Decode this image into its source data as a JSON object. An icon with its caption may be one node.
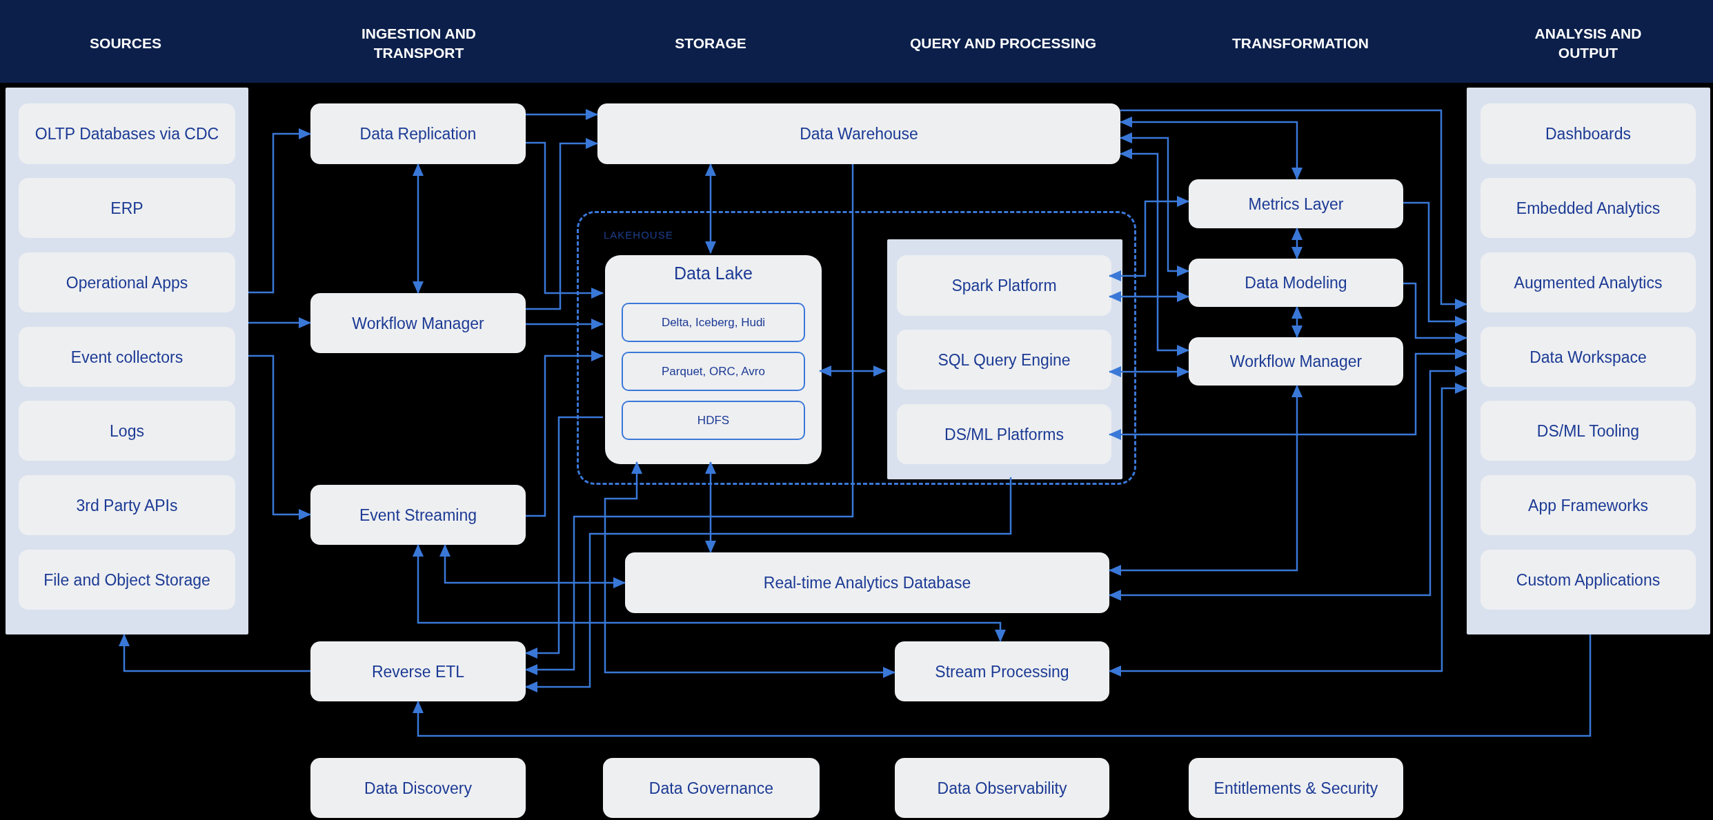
{
  "diagram": {
    "nodes": [
      {
        "text": [],
        "shape": "box"
      },
      {
        "text": [
          "OLTP Databases via CDC"
        ],
        "in": 0
      },
      {
        "text": [
          "ERP"
        ],
        "in": 0
      },
      {
        "text": [
          "Operational Apps"
        ],
        "in": 0
      },
      {
        "text": [
          "Event collectors"
        ],
        "in": 0
      },
      {
        "text": [
          "Logs"
        ],
        "in": 0
      },
      {
        "text": [
          "3rd Party APIs"
        ],
        "in": 0
      },
      {
        "text": [
          "File and Object Storage"
        ],
        "in": 0
      },
      {
        "text": [
          "Data Replication"
        ]
      },
      {
        "text": [
          "Workflow Manager"
        ]
      },
      {
        "text": [
          "Event Streaming"
        ]
      },
      {
        "text": [
          "Reverse ETL"
        ]
      },
      {
        "text": [
          "Data Warehouse"
        ]
      },
      {
        "text": [
          "LAKEHOUSE"
        ]
      },
      {
        "text": [
          "Data Lake"
        ],
        "in": 13
      },
      {
        "text": [
          "Delta, Iceberg, Hudi"
        ],
        "in": 14
      },
      {
        "text": [
          "Parquet, ORC, Avro"
        ],
        "in": 14
      },
      {
        "text": [
          "HDFS"
        ],
        "in": 14
      },
      {
        "text": [],
        "shape": "box",
        "in": 13
      },
      {
        "text": [
          "Spark Platform"
        ],
        "in": 18
      },
      {
        "text": [
          "SQL Query Engine"
        ],
        "in": 18
      },
      {
        "text": [
          "DS/ML Platforms"
        ],
        "in": 18
      },
      {
        "text": [
          "Real-time Analytics Database"
        ]
      },
      {
        "text": [
          "Stream Processing"
        ]
      },
      {
        "text": [
          "Metrics Layer"
        ]
      },
      {
        "text": [
          "Data Modeling"
        ]
      },
      {
        "text": [
          "Workflow Manager"
        ]
      },
      {
        "text": [],
        "shape": "box"
      },
      {
        "text": [
          "Dashboards"
        ],
        "in": 27
      },
      {
        "text": [
          "Embedded Analytics"
        ],
        "in": 27
      },
      {
        "text": [
          "Augmented Analytics"
        ],
        "in": 27
      },
      {
        "text": [
          "Data Workspace"
        ],
        "in": 27
      },
      {
        "text": [
          "DS/ML Tooling"
        ],
        "in": 27
      },
      {
        "text": [
          "App Frameworks"
        ],
        "in": 27
      },
      {
        "text": [
          "Custom Applications"
        ],
        "in": 27
      },
      {
        "text": [
          "Data Discovery"
        ]
      },
      {
        "text": [
          "Data Governance"
        ]
      },
      {
        "text": [
          "Data Observability"
        ]
      },
      {
        "text": [
          "Entitlements & Security"
        ]
      }
    ],
    "edges": [
      {
        "from": 0,
        "to": 8,
        "arrow": "to"
      },
      {
        "from": 0,
        "to": 9,
        "arrow": "to"
      },
      {
        "from": 0,
        "to": 10,
        "arrow": "to"
      },
      {
        "from": 8,
        "to": 12,
        "arrow": "to"
      },
      {
        "from": 8,
        "to": 14,
        "arrow": "to"
      },
      {
        "from": 9,
        "to": 12,
        "arrow": "to"
      },
      {
        "from": 9,
        "to": 14,
        "arrow": "to"
      },
      {
        "from": 10,
        "to": 14,
        "arrow": "to"
      },
      {
        "from": 8,
        "to": 9,
        "arrow": "both"
      },
      {
        "from": 12,
        "to": 14,
        "arrow": "both"
      },
      {
        "from": 14,
        "to": 18,
        "arrow": "both"
      },
      {
        "from": 14,
        "to": 22,
        "arrow": "both"
      },
      {
        "from": 14,
        "to": 11,
        "arrow": "to"
      },
      {
        "from": 12,
        "to": 11,
        "arrow": "to"
      },
      {
        "from": 18,
        "to": 11,
        "arrow": "to"
      },
      {
        "from": 14,
        "to": 23,
        "arrow": "both"
      },
      {
        "from": 10,
        "to": 22,
        "arrow": "both"
      },
      {
        "from": 10,
        "to": 23,
        "arrow": "both"
      },
      {
        "from": 11,
        "to": 0,
        "arrow": "to"
      },
      {
        "from": 27,
        "to": 11,
        "arrow": "to"
      },
      {
        "from": 12,
        "to": 27,
        "arrow": "to"
      },
      {
        "from": 12,
        "to": 24,
        "arrow": "both"
      },
      {
        "from": 12,
        "to": 25,
        "arrow": "both"
      },
      {
        "from": 12,
        "to": 26,
        "arrow": "both"
      },
      {
        "from": 19,
        "to": 24,
        "arrow": "both"
      },
      {
        "from": 19,
        "to": 25,
        "arrow": "both"
      },
      {
        "from": 20,
        "to": 26,
        "arrow": "both"
      },
      {
        "from": 21,
        "to": 27,
        "arrow": "both"
      },
      {
        "from": 24,
        "to": 25,
        "arrow": "both"
      },
      {
        "from": 25,
        "to": 26,
        "arrow": "both"
      },
      {
        "from": 24,
        "to": 27,
        "arrow": "to"
      },
      {
        "from": 25,
        "to": 27,
        "arrow": "to"
      },
      {
        "from": 26,
        "to": 22,
        "arrow": "both"
      },
      {
        "from": 22,
        "to": 27,
        "arrow": "both"
      },
      {
        "from": 23,
        "to": 27,
        "arrow": "both"
      }
    ],
    "labels": [
      "SOURCES",
      "INGESTION AND TRANSPORT",
      "STORAGE",
      "QUERY AND PROCESSING",
      "TRANSFORMATION",
      "ANALYSIS AND OUTPUT"
    ]
  }
}
